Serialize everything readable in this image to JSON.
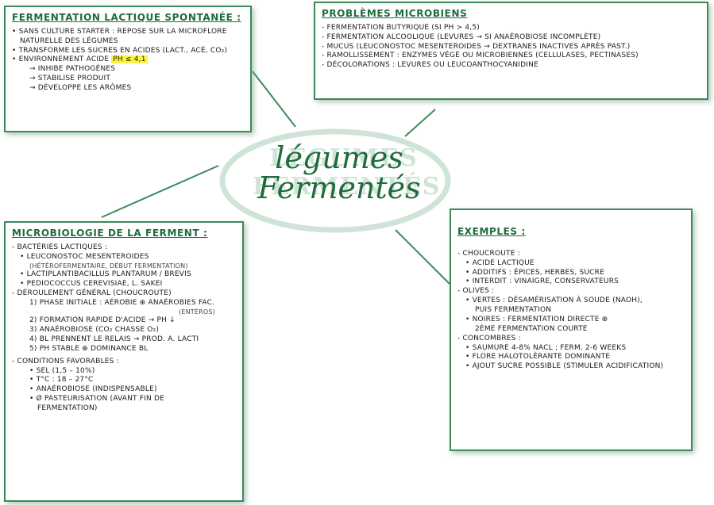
{
  "center": {
    "line1": "légumes",
    "line2": "Fermentés",
    "shadow1": "LÉGUMES",
    "shadow2": "FERMENTÉS"
  },
  "colors": {
    "accent": "#1f6b3c",
    "border": "#3b8a5c",
    "highlight": "#fbf33c"
  },
  "top_left": {
    "title": "Fermentation lactique spontanée :",
    "lines": [
      "• Sans culture starter : repose sur la microflore",
      "naturelle des légumes",
      "• Transforme les sucres en acides (lact., acé, CO₂)",
      "• Environnement acide",
      "→ inhibe pathogènes",
      "→ stabilise produit",
      "→ développe les arômes"
    ],
    "highlight": "pH ≤ 4,1"
  },
  "top_right": {
    "title": "Problèmes microbiens",
    "lines": [
      "- Fermentation butyrique (si pH > 4,5)",
      "- Fermentation alcoolique (levures → si anaérobiose incomplète)",
      "- Mucus (leuconostoc mesenteroides → dextranes inactives après past.)",
      "- Ramollissement : enzymes végé ou microbiennes (cellulases, pectinases)",
      "- Décolorations : levures ou leucoanthocyanidine"
    ]
  },
  "bottom_left": {
    "title": "Microbiologie de la ferment :",
    "lines": [
      "- Bactéries lactiques :",
      "• Leuconostoc mesenteroides",
      "(hétérofermentaire, début fermentation)",
      "• Lactiplantibacillus plantarum / brevis",
      "• Pediococcus cerevisiae, L. sakei",
      "- Déroulement général (choucroute)",
      "1) Phase initiale : aérobie ⊕ anaérobies fac.",
      "(entéros)",
      "2) Formation rapide d'acide → pH ↓",
      "3) Anaérobiose (CO₂ chasse O₂)",
      "4) BL prennent le relais → prod. A. lacti",
      "5) pH stable ⊕ dominance BL",
      "- Conditions favorables :",
      "• Sel (1,5 – 10%)",
      "• T°C : 18 – 27°C",
      "• Anaérobiose (indispensable)",
      "• Ø pasteurisation (avant fin de",
      "fermentation)"
    ]
  },
  "bottom_right": {
    "title": "Exemples :",
    "lines": [
      "- Choucroute :",
      "• Acide lactique",
      "• Additifs : épices, herbes, sucre",
      "• Interdit : vinaigre, conservateurs",
      "- Olives :",
      "• Vertes : désamérisation à soude (NaOH),",
      "puis fermentation",
      "• Noires : fermentation directe ⊕",
      "2ème fermentation courte",
      "- Concombres :",
      "• Saumure 4-8% NaCl ; ferm. 2-6 weeks",
      "• Flore halotolérante dominante",
      "• Ajout sucre possible (stimuler acidification)"
    ]
  }
}
